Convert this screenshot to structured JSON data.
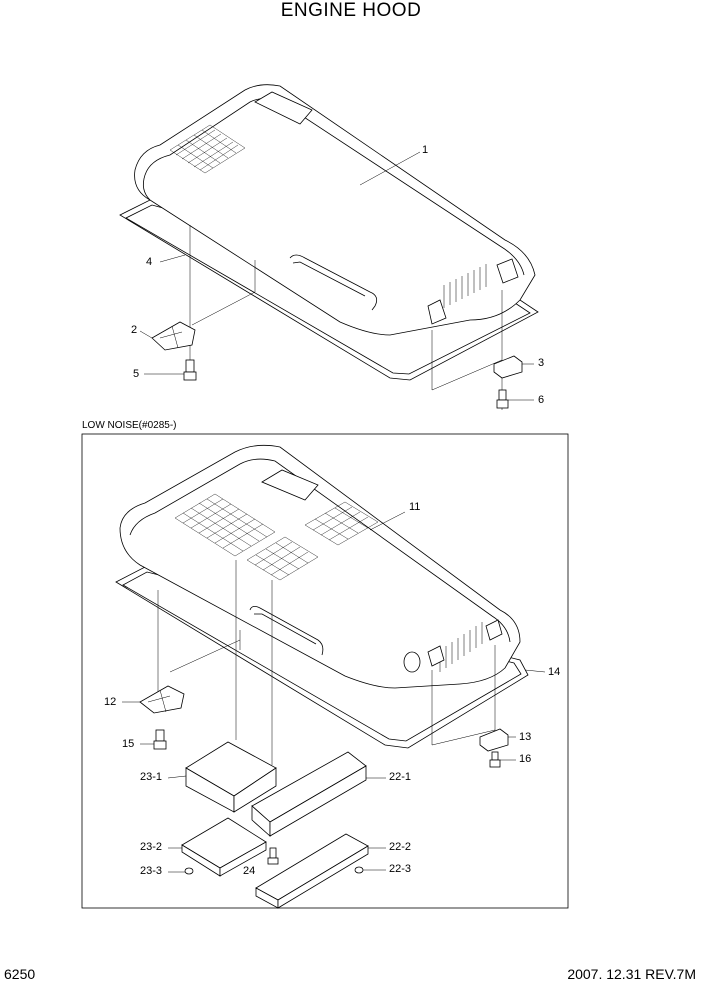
{
  "title": "ENGINE HOOD",
  "section_label": "LOW NOISE(#0285-)",
  "footer": {
    "page": "6250",
    "revision": "2007. 12.31  REV.7M"
  },
  "callouts": [
    "1",
    "4",
    "2",
    "5",
    "3",
    "6",
    "11",
    "12",
    "15",
    "14",
    "13",
    "16",
    "23-1",
    "22-1",
    "23-2",
    "22-2",
    "23-3",
    "24",
    "22-3"
  ]
}
